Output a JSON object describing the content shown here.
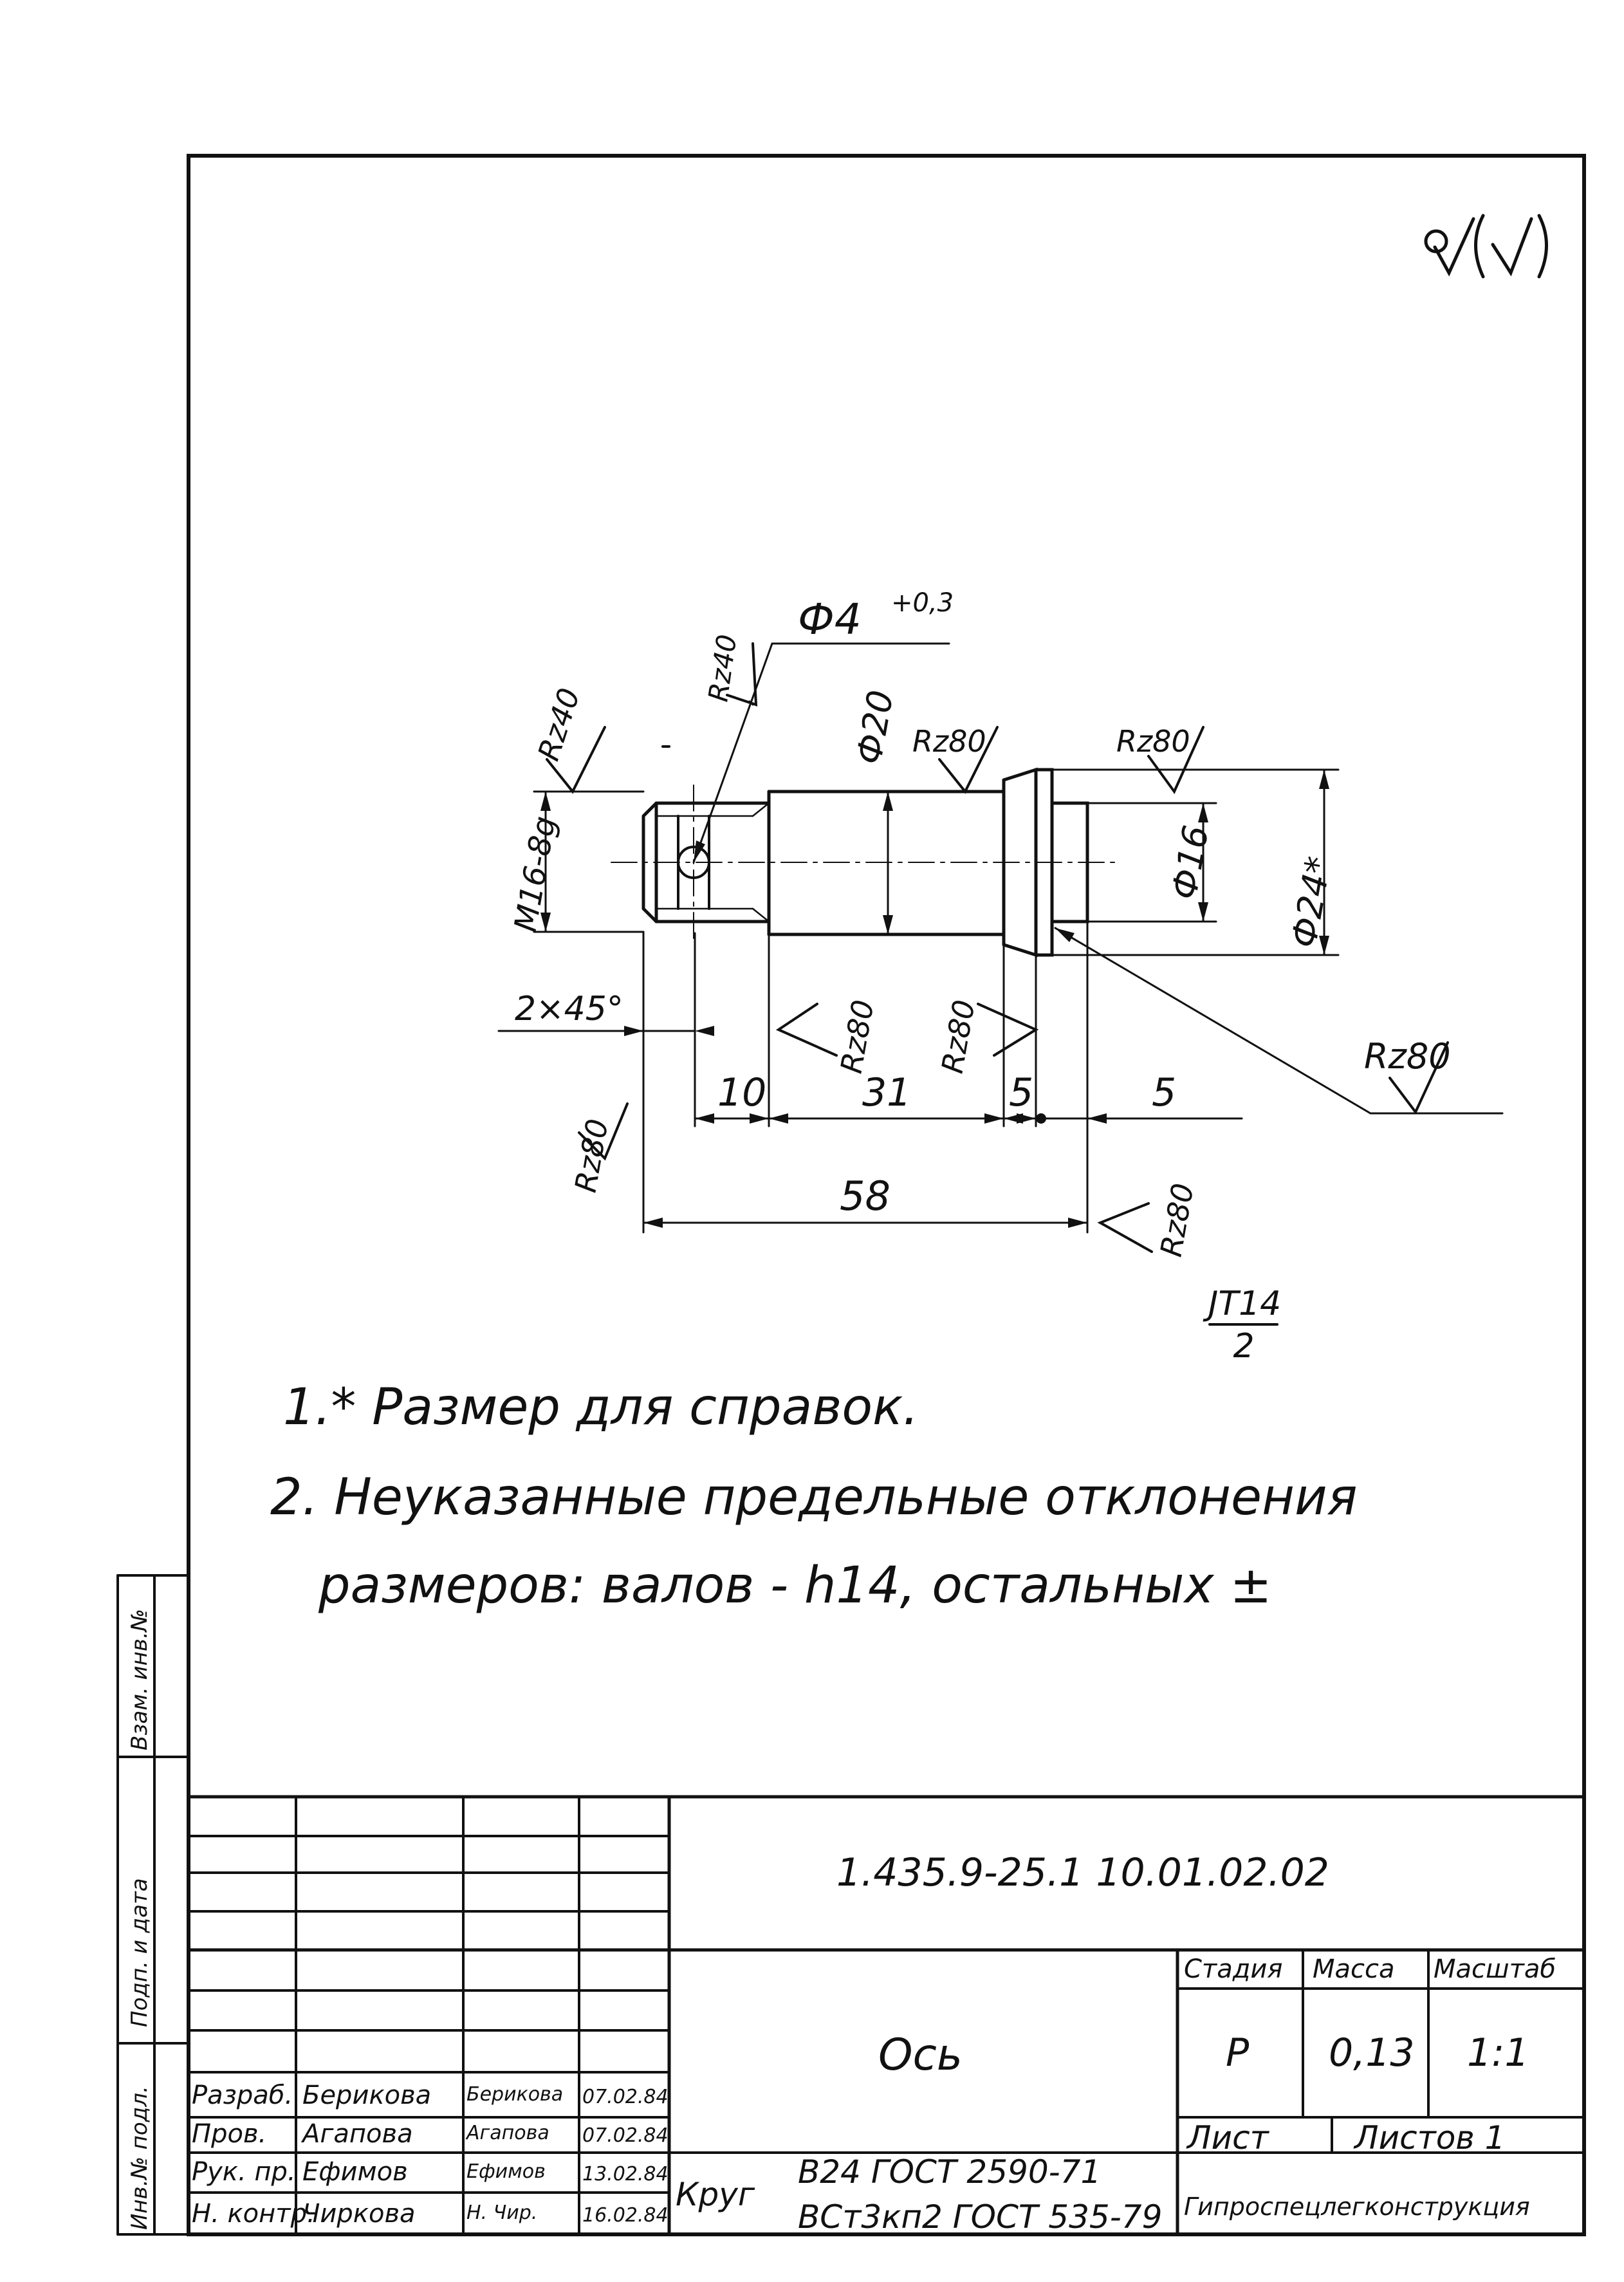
{
  "roughness_general": "∀(√)",
  "dimensions": {
    "hole": "Ф4",
    "hole_tol": "+0,3",
    "thread": "M16-8g",
    "d20": "Ф20",
    "d16": "Ф16",
    "d24": "Ф24*",
    "chamfer": "2×45°",
    "len10": "10",
    "len31": "31",
    "len5a": "5",
    "len5b": "5",
    "len58": "58"
  },
  "roughness": {
    "r40_left": "Rz40",
    "r40_hole": "Rz40",
    "r80_top": "Rz80",
    "r80_topright": "Rz80",
    "r80_right": "Rz80",
    "r80_mid1": "Rz80",
    "r80_mid2": "Rz80",
    "r80_lowleft": "Rz80",
    "r80_lowright": "Rz80"
  },
  "notes": {
    "n1": "1.* Размер для справок.",
    "n2": "2. Неуказанные    предельные отклонения",
    "n3": "размеров: валов - h14, остальных ±",
    "frac_num": "JT14",
    "frac_den": "2"
  },
  "side_labels": {
    "s1": "Инв.№ подл.",
    "s2": "Подп. и дата",
    "s3": "Взам. инв.№"
  },
  "title_block": {
    "doc_code": "1.435.9-25.1  10.01.02.02",
    "part_name": "Ось",
    "stage_label": "Стадия",
    "mass_label": "Масса",
    "scale_label": "Масштаб",
    "stage": "Р",
    "mass": "0,13",
    "scale": "1:1",
    "sheet_label": "Лист",
    "sheets_label": "Листов 1",
    "org": "Гипроспецлегконструкция",
    "material_prefix": "Круг",
    "material_1": "В24  ГОСТ 2590-71",
    "material_2": "ВСт3кп2 ГОСТ 535-79",
    "rows": [
      {
        "role": "Разраб.",
        "name": "Берикова",
        "sign": "Берикова",
        "date": "07.02.84"
      },
      {
        "role": "Пров.",
        "name": "Агапова",
        "sign": "Агапова",
        "date": "07.02.84"
      },
      {
        "role": "Рук. пр.",
        "name": "Ефимов",
        "sign": "Ефимов",
        "date": "13.02.84"
      },
      {
        "role": "Н. контр.",
        "name": "Чиркова",
        "sign": "Н. Чир.",
        "date": "16.02.84"
      }
    ]
  }
}
